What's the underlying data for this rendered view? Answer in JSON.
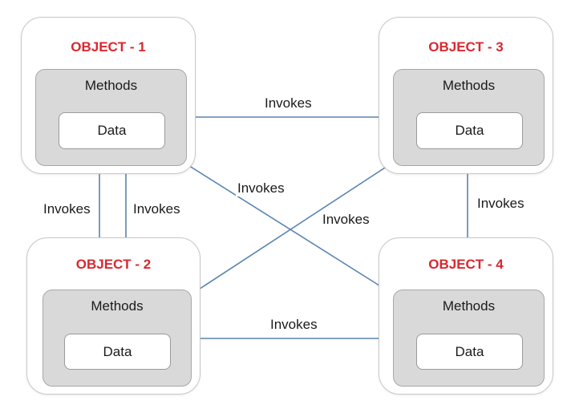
{
  "objects": {
    "object1": {
      "title": "OBJECT - 1",
      "methods": "Methods",
      "data": "Data"
    },
    "object2": {
      "title": "OBJECT - 2",
      "methods": "Methods",
      "data": "Data"
    },
    "object3": {
      "title": "OBJECT - 3",
      "methods": "Methods",
      "data": "Data"
    },
    "object4": {
      "title": "OBJECT - 4",
      "methods": "Methods",
      "data": "Data"
    }
  },
  "edges": [
    {
      "from": "object1",
      "to": "object3",
      "label": "Invokes"
    },
    {
      "from": "object1",
      "to": "object4",
      "label": "Invokes"
    },
    {
      "from": "object3",
      "to": "object2",
      "label": "Invokes"
    },
    {
      "from": "object3",
      "to": "object4",
      "label": "Invokes"
    },
    {
      "from": "object4",
      "to": "object2",
      "label": "Invokes"
    },
    {
      "from": "object2",
      "to": "object1",
      "label": "Invokes"
    },
    {
      "from": "object1",
      "to": "object2",
      "label": "Invokes"
    }
  ],
  "colors": {
    "title": "#d9282f",
    "arrow": "#5b84b1",
    "methods_fill": "#d9d9d9"
  }
}
